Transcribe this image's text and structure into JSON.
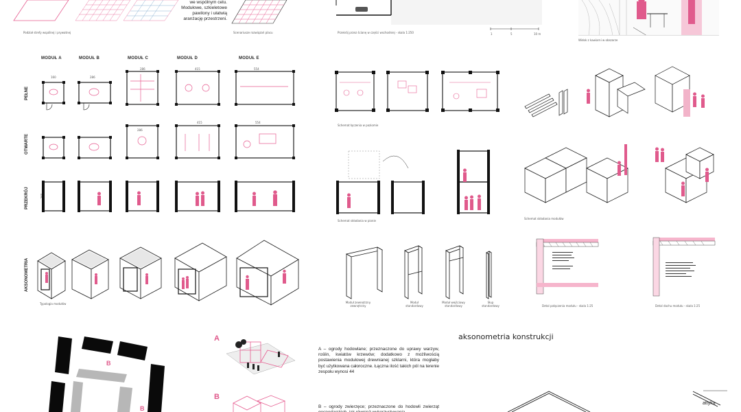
{
  "top": {
    "caption_shared_fields": "Podział strefy wspólnej i prywatnej",
    "caption_square": "Scenariusze rozwiązań placu",
    "snippet_line1": "we wspólnym celu.",
    "snippet_line2": "Modułowe, szkieletowe",
    "snippet_line3": "pawilony i ułatwią",
    "snippet_line4": "aranżację przestrzeni.",
    "caption_section": "Przekrój przez ścianę w części wschodniej - skala 1:250",
    "scale_ticks": [
      "1",
      "5",
      "10 m"
    ],
    "caption_view": "Widok z kawiarni w obszarze"
  },
  "modules": {
    "columns": [
      "MODUŁ A",
      "MODUŁ B",
      "MODUŁ C",
      "MODUŁ D",
      "MODUŁ E"
    ],
    "rows": [
      "PEŁNE",
      "OTWARTE",
      "PRZEKRÓJ",
      "AKSONOMETRIA"
    ],
    "dims": [
      "160",
      "286",
      "286",
      "415",
      "554"
    ],
    "dim_side": "286",
    "height": "260",
    "caption": "Typologia modułów"
  },
  "middle": {
    "caption_plan": "Schemat łączenia w poziomie",
    "caption_stacking": "Schemat składania w pionie",
    "caption_assembly": "Schemat składania modułów",
    "frames": [
      "Moduł zewnętrzny\nzewnętrzny",
      "Moduł\nstandardowy",
      "Moduł wejściowy\nstandardowy",
      "Słup\nstandardowy"
    ],
    "caption_detail1": "Detal połączenia modułu - skala 1:25",
    "caption_detail2": "Detal dachu modułu - skala 1:25"
  },
  "bottom": {
    "site_labels": [
      "B",
      "B"
    ],
    "scheme_labels": [
      "A",
      "B"
    ],
    "text_a": "A – ogrody hodowlane; przeznaczone do uprawy warzyw, roślin, kwiatów krzewów; dodatkowo z możliwością postawienia modułowej drewnianej szklarni, która mogłaby być użytkowana całoroczne. Łączna ilość takich pól na terenie zespołu wynosi 44",
    "text_b": "B – ogrody zwierzęce; przeznaczone do hodowli zwierząt gospodarskich, jak również wykorzystywania",
    "heading": "aksonometria konstrukcji",
    "label_attyka": "attyka"
  },
  "colors": {
    "accent": "#e05a8c",
    "line": "#1a1a1a",
    "grid": "#e65b8f"
  }
}
